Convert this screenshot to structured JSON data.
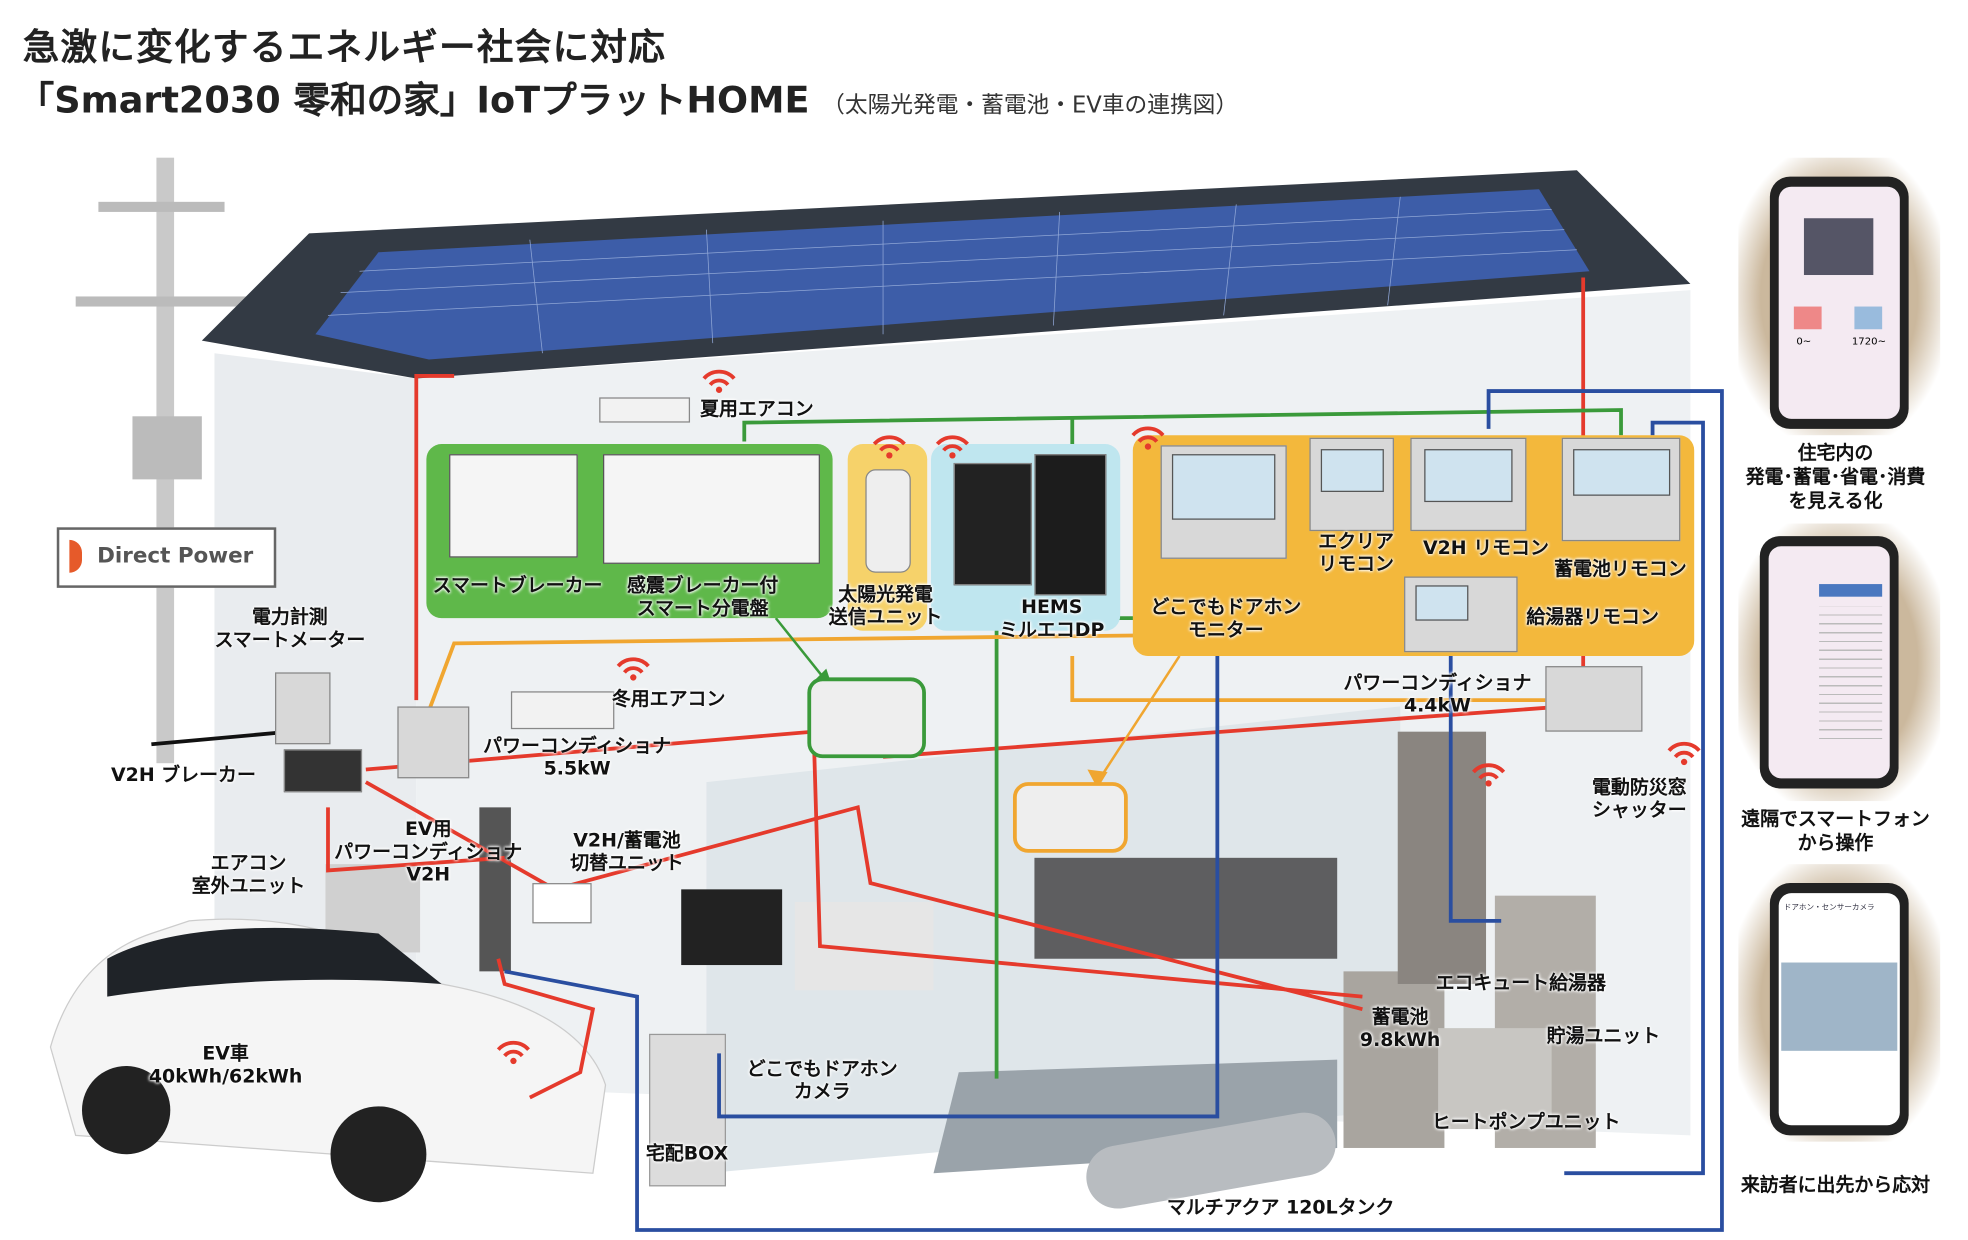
{
  "title": {
    "line1": "急激に変化するエネルギー社会に対応",
    "line2": "「Smart2030 零和の家」IoTプラットHOME",
    "line2_sub": "（太陽光発電・蓄電池・EV車の連携図）"
  },
  "brand_sign": "Direct Power",
  "labels": {
    "summer_ac": "夏用エアコン",
    "smart_breaker": "スマートブレーカー",
    "panel_board": "感震ブレーカー付\nスマート分電盤",
    "solar_sender": "太陽光発電\n送信ユニット",
    "hems": "HEMS\nミルエコDP",
    "door_monitor": "どこでもドアホン\nモニター",
    "ecria_remote": "エクリア\nリモコン",
    "v2h_remote": "V2H リモコン",
    "battery_remote": "蓄電池リモコン",
    "water_heater_remote": "給湯器リモコン",
    "smart_meter": "電力計測\nスマートメーター",
    "winter_ac": "冬用エアコン",
    "pcs_55": "パワーコンディショナ\n5.5kW",
    "pcs_44": "パワーコンディショナ\n4.4kW",
    "v2h_breaker": "V2H ブレーカー",
    "ev_pcs": "EV用\nパワーコンディショナ\nV2H",
    "switch_unit": "V2H/蓄電池\n切替ユニット",
    "ac_outdoor": "エアコン\n室外ユニット",
    "shutter": "電動防災窓\nシャッター",
    "ecocute": "エコキュート給湯器",
    "battery": "蓄電池\n9.8kWh",
    "hot_water_tank": "貯湯ユニット",
    "ev_car": "EV車\n40kWh/62kWh",
    "door_camera": "どこでもドアホン\nカメラ",
    "heat_pump": "ヒートポンプユニット",
    "delivery_box": "宅配BOX",
    "multi_aqua": "マルチアクア 120Lタンク"
  },
  "phones": [
    {
      "caption": "住宅内の\n発電･蓄電･省電･消費\nを見える化",
      "screen": [
        "0~",
        "1720~"
      ]
    },
    {
      "caption": "遠隔でスマートフォン\nから操作"
    },
    {
      "caption": "来訪者に出先から応対",
      "screen": [
        "ドアホン・センサーカメラ"
      ]
    }
  ],
  "colors": {
    "power": "#e53a2c",
    "lan": "#3a9a3a",
    "solar": "#f0a630",
    "comm": "#2a4ea0",
    "green_box": "#5fb84a",
    "orange_box": "#f3b83c",
    "hems_box": "#bfe6ef"
  }
}
